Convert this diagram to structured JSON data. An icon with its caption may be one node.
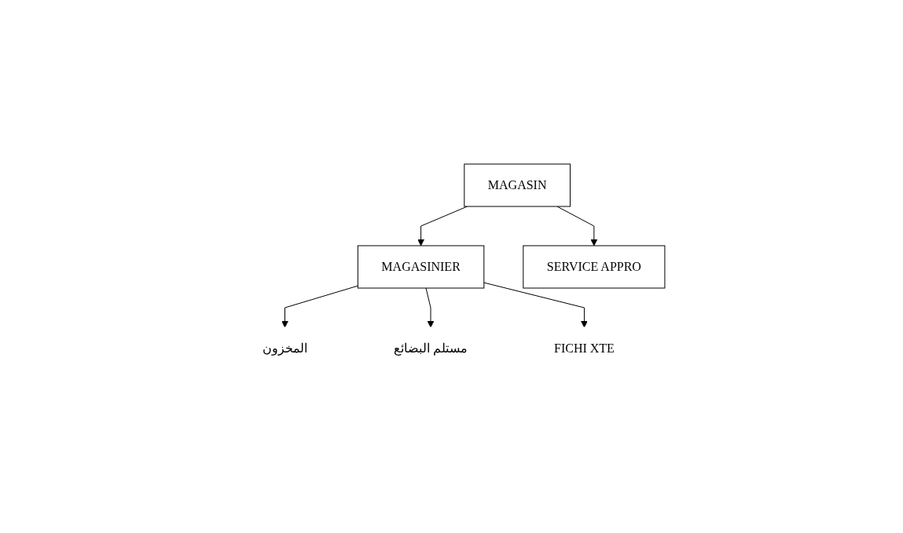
{
  "diagram": {
    "nodes": [
      {
        "text": [
          "MAGASIN"
        ]
      },
      {
        "text": [
          "MAGASINIER"
        ]
      },
      {
        "text": [
          "SERVICE APPRO"
        ]
      },
      {
        "text": [
          "المخزون"
        ]
      },
      {
        "text": [
          "مستلم البضائع"
        ]
      },
      {
        "text": [
          "FICHI XTE"
        ]
      }
    ],
    "edges": [
      {
        "from": 0,
        "to": 1,
        "arrow": "to"
      },
      {
        "from": 0,
        "to": 2,
        "arrow": "to"
      },
      {
        "from": 1,
        "to": 3,
        "arrow": "to"
      },
      {
        "from": 1,
        "to": 4,
        "arrow": "to"
      },
      {
        "from": 1,
        "to": 5,
        "arrow": "to"
      }
    ]
  }
}
